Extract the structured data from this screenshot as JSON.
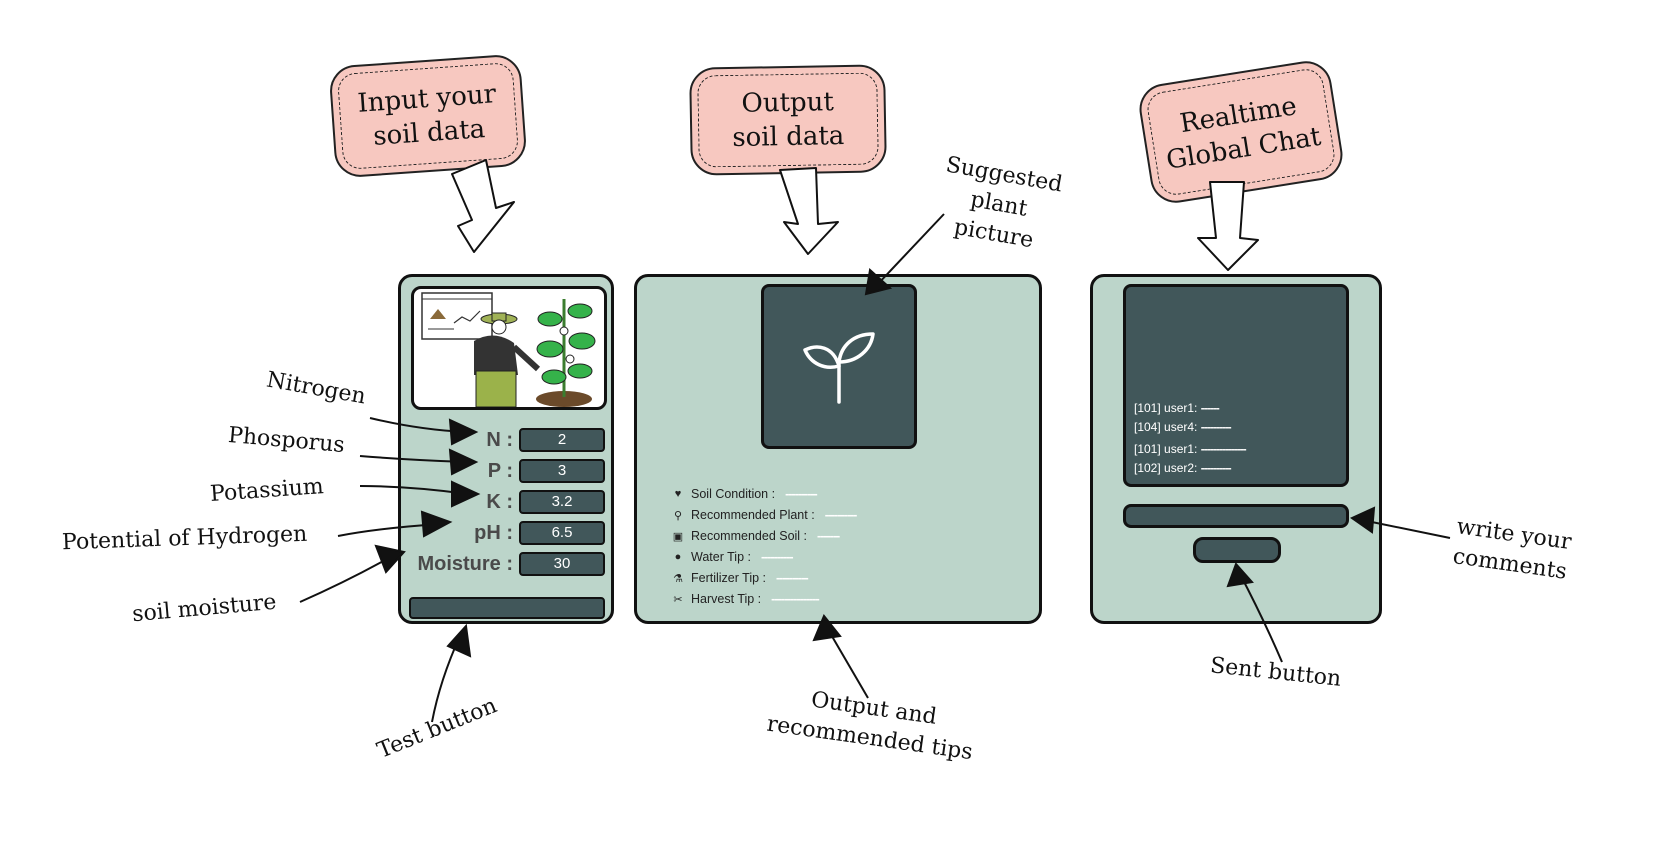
{
  "bubbles": {
    "input": "Input your\nsoil data",
    "output": "Output\nsoil data",
    "chat": "Realtime\nGlobal Chat"
  },
  "input_panel": {
    "fields": [
      {
        "label": "N :",
        "value": "2"
      },
      {
        "label": "P :",
        "value": "3"
      },
      {
        "label": "K :",
        "value": "3.2"
      },
      {
        "label": "pH :",
        "value": "6.5"
      },
      {
        "label": "Moisture :",
        "value": "30"
      }
    ]
  },
  "output_panel": {
    "tips": [
      {
        "icon": "heart-icon",
        "label": "Soil Condition :",
        "value": "----------"
      },
      {
        "icon": "lightbulb-icon",
        "label": "Recommended Plant :",
        "value": "----------"
      },
      {
        "icon": "soil-icon",
        "label": "Recommended Soil :",
        "value": "-------"
      },
      {
        "icon": "water-drop-icon",
        "label": "Water Tip :",
        "value": "----------"
      },
      {
        "icon": "fertilizer-icon",
        "label": "Fertilizer Tip :",
        "value": "----------"
      },
      {
        "icon": "harvest-icon",
        "label": "Harvest Tip :",
        "value": "---------------"
      }
    ]
  },
  "chat_panel": {
    "messages": [
      {
        "user": "[101] user1:",
        "text": "------"
      },
      {
        "user": "[104] user4:",
        "text": "----------"
      },
      {
        "user": "[101] user1:",
        "text": "---------------"
      },
      {
        "user": "[102] user2:",
        "text": "----------"
      }
    ]
  },
  "annotations": {
    "nitrogen": "Nitrogen",
    "phosporus": "Phosporus",
    "potassium": "Potassium",
    "hydrogen": "Potential of Hydrogen",
    "moisture": "soil moisture",
    "test_button": "Test button",
    "suggested_picture": "Suggested\nplant\npicture",
    "output_tips": "Output and\nrecommended tips",
    "write_comments": "write your\ncomments",
    "sent_button": "Sent button"
  },
  "colors": {
    "panel": "#bcd5ca",
    "dark": "#41575a",
    "bubble": "#f7c8c0"
  }
}
